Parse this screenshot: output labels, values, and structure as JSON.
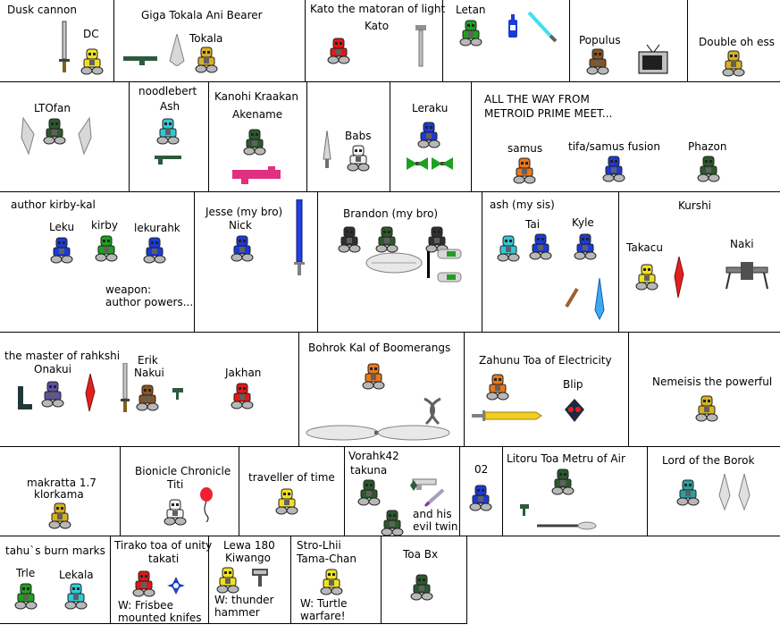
{
  "cells": {
    "dusk": {
      "title": "Dusk cannon",
      "name": "DC"
    },
    "giga": {
      "title": "Giga Tokala Ani Bearer",
      "name": "Tokala"
    },
    "kato": {
      "title": "Kato the matoran of light",
      "name": "Kato"
    },
    "letan": {
      "title": "Letan"
    },
    "populus": {
      "title": "Populus"
    },
    "doubleohess": {
      "title": "Double oh ess"
    },
    "ltofan": {
      "title": "LTOfan"
    },
    "noodlebert": {
      "title": "noodlebert",
      "name": "Ash"
    },
    "kanohi": {
      "title": "Kanohi Kraakan",
      "name": "Akename"
    },
    "babs": {
      "title": "Babs"
    },
    "leraku": {
      "title": "Leraku"
    },
    "metroid": {
      "line1": "ALL THE WAY FROM",
      "line2": "METROID PRIME MEET...",
      "samus": "samus",
      "fusion": "tifa/samus fusion",
      "phazon": "Phazon"
    },
    "kirbykal": {
      "title": "author kirby-kal",
      "leku": "Leku",
      "kirby": "kirby",
      "lekurahk": "lekurahk",
      "weapon1": "weapon:",
      "weapon2": "author powers..."
    },
    "jesse": {
      "title": "Jesse (my bro)",
      "name": "Nick"
    },
    "brandon": {
      "title": "Brandon (my bro)"
    },
    "ash": {
      "title": "ash (my sis)",
      "tai": "Tai",
      "kyle": "Kyle"
    },
    "kurshi": {
      "title": "Kurshi",
      "takacu": "Takacu",
      "naki": "Naki"
    },
    "rahkshi": {
      "title": "the master of rahkshi",
      "onakui": "Onakui",
      "erik": "Erik",
      "nakui": "Nakui",
      "jakhan": "Jakhan"
    },
    "bohrok": {
      "title": "Bohrok Kal of Boomerangs"
    },
    "zahunu": {
      "title": "Zahunu Toa of Electricity",
      "blip": "Blip"
    },
    "nemeisis": {
      "title": "Nemeisis the powerful"
    },
    "makratta": {
      "title": "makratta 1.7",
      "name": "klorkama"
    },
    "chronicle": {
      "title": "Bionicle Chronicle",
      "name": "Titi"
    },
    "traveller": {
      "title": "traveller of time"
    },
    "vorahk": {
      "title": "Vorahk42",
      "name": "takuna",
      "twin1": "and his",
      "twin2": "evil twin"
    },
    "o2": {
      "title": "02"
    },
    "litoru": {
      "title": "Litoru Toa Metru of Air"
    },
    "borok": {
      "title": "Lord of the Borok"
    },
    "tahu": {
      "title": "tahu`s burn marks",
      "trle": "Trle",
      "lekala": "Lekala"
    },
    "tirako": {
      "title": "Tirako toa of unity",
      "name": "takati",
      "w1": "W: Frisbee",
      "w2": "mounted knifes"
    },
    "lewa": {
      "title": "Lewa 180",
      "name": "Kiwango",
      "w1": "W: thunder",
      "w2": "hammer"
    },
    "strolhii": {
      "title": "Stro-Lhii",
      "name": "Tama-Chan",
      "w1": "W: Turtle",
      "w2": "warfare!"
    },
    "toabx": {
      "title": "Toa Bx"
    }
  },
  "colors": {
    "red": "#e01818",
    "green": "#20a020",
    "dkgreen": "#2c5a2c",
    "blue": "#1c3ad8",
    "gold": "#d8b020",
    "brown": "#8a5420",
    "cyan": "#30c8d8",
    "gray": "#808080",
    "yellow": "#f0e020",
    "black": "#303030",
    "orange": "#e87818",
    "white": "#f4f4f4",
    "teal": "#28a0a0",
    "purple": "#6050a0"
  }
}
